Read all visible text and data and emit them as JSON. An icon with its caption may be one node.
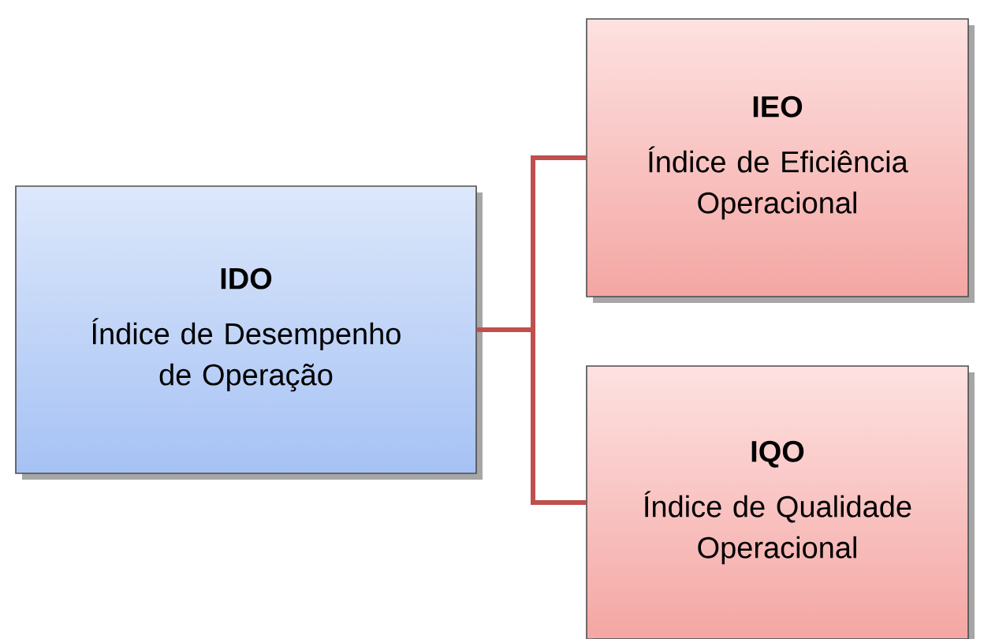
{
  "diagram": {
    "nodes": [
      {
        "text": [
          "IDO",
          "Índice de Desempenho de Operação"
        ]
      },
      {
        "text": [
          "IEO",
          "Índice de Eficiência Operacional"
        ]
      },
      {
        "text": [
          "IQO",
          "Índice de Qualidade Operacional"
        ]
      }
    ],
    "edges": [
      {
        "from": 0,
        "to": 1,
        "arrow": "none"
      },
      {
        "from": 0,
        "to": 2,
        "arrow": "none"
      }
    ]
  }
}
